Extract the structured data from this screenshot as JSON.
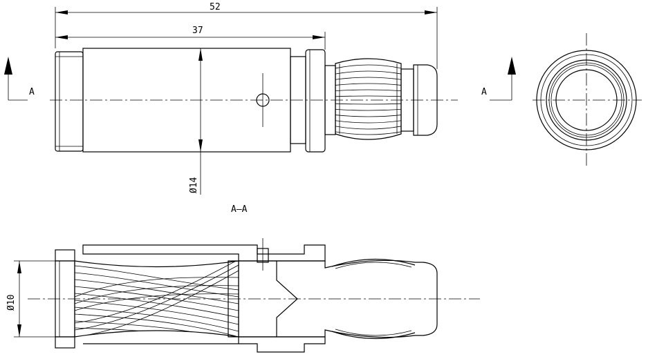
{
  "dimensions": {
    "overall_length": "52",
    "body_length": "37",
    "outer_diameter": "Ø14",
    "bore_diameter": "Ø10"
  },
  "section": {
    "left_marker": "A",
    "right_marker": "A",
    "title": "A—A"
  },
  "colors": {
    "line": "#000000",
    "background": "#ffffff"
  }
}
